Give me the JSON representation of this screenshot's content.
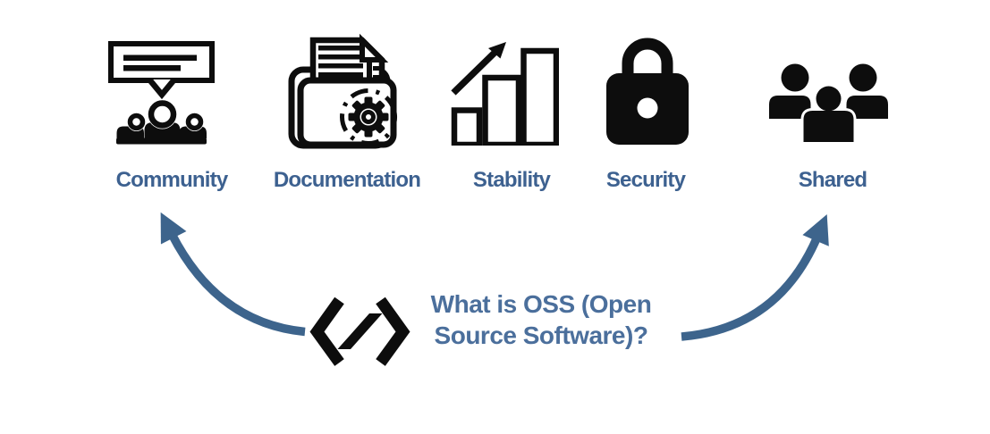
{
  "colors": {
    "icon": "#0d0d0d",
    "label": "#3d6190",
    "title": "#4b6f9c",
    "arrow": "#3d648c",
    "background": "#ffffff"
  },
  "features": [
    {
      "id": "community",
      "label": "Community",
      "icon": "speech-bubble-people-icon"
    },
    {
      "id": "documentation",
      "label": "Documentation",
      "icon": "folder-document-gear-icon"
    },
    {
      "id": "stability",
      "label": "Stability",
      "icon": "growth-bar-chart-icon"
    },
    {
      "id": "security",
      "label": "Security",
      "icon": "padlock-icon"
    },
    {
      "id": "shared",
      "label": "Shared",
      "icon": "people-group-icon"
    }
  ],
  "center": {
    "icon": "code-brackets-icon",
    "title": "What is OSS (Open Source Software)?",
    "title_lines": [
      "What is OSS (Open",
      "Source Software)?"
    ]
  }
}
